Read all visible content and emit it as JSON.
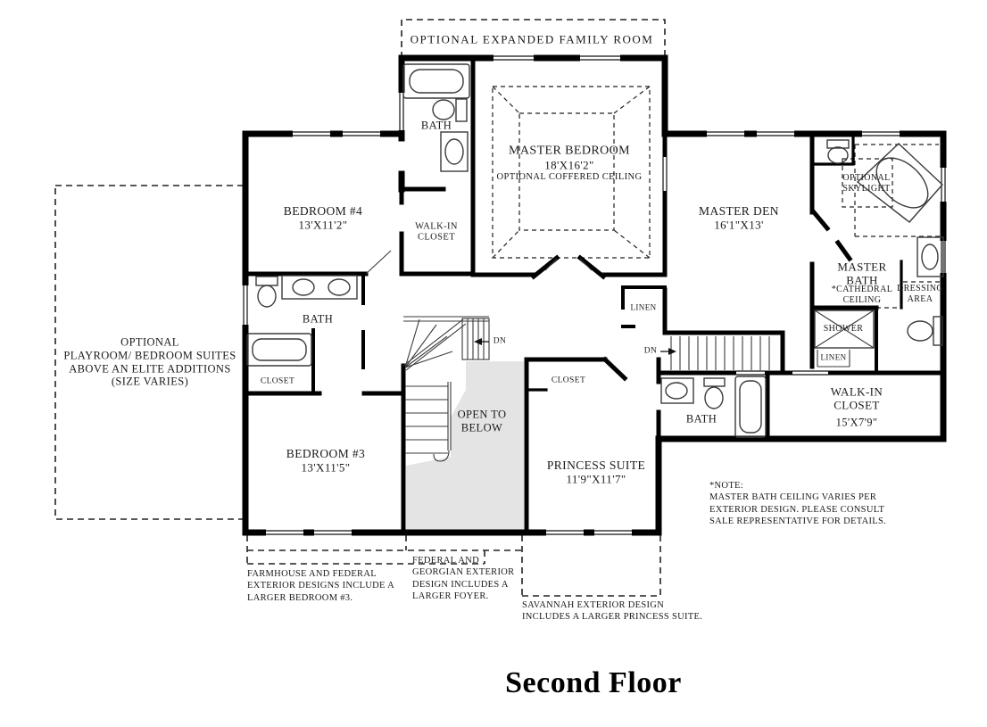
{
  "title": "Second Floor",
  "colors": {
    "wall": "#000000",
    "open_to_below_fill": "#e4e4e4",
    "dashed_line": "#222222",
    "background": "#ffffff"
  },
  "optional_areas": {
    "expanded_family_room": "OPTIONAL EXPANDED FAMILY ROOM",
    "playroom": "OPTIONAL\nPLAYROOM/ BEDROOM SUITES\nABOVE AN ELITE ADDITIONS\n(SIZE VARIES)",
    "skylight": "OPTIONAL\nSKYLIGHT"
  },
  "rooms": {
    "master_bedroom": {
      "name": "MASTER BEDROOM",
      "dims": "18'X16'2\"",
      "note": "OPTIONAL COFFERED CEILING"
    },
    "bedroom4": {
      "name": "BEDROOM #4",
      "dims": "13'X11'2\""
    },
    "bedroom3": {
      "name": "BEDROOM #3",
      "dims": "13'X11'5\""
    },
    "master_den": {
      "name": "MASTER DEN",
      "dims": "16'1\"X13'"
    },
    "princess_suite": {
      "name": "PRINCESS SUITE",
      "dims": "11'9\"X11'7\""
    },
    "master_walk_in_closet": {
      "name": "WALK-IN\nCLOSET",
      "dims": "15'X7'9\""
    },
    "walk_in_closet_top": {
      "name": "WALK-IN\nCLOSET"
    },
    "master_bath": {
      "name": "MASTER\nBATH",
      "note": "*CATHEDRAL\nCEILING"
    },
    "dressing_area": {
      "name": "DRESSING\nAREA"
    },
    "bath_top": {
      "name": "BATH"
    },
    "bath_left": {
      "name": "BATH"
    },
    "bath_princess": {
      "name": "BATH"
    },
    "shower": {
      "name": "SHOWER"
    },
    "linen_master": {
      "name": "LINEN"
    },
    "linen_hall": {
      "name": "LINEN"
    },
    "closet_left": {
      "name": "CLOSET"
    },
    "closet_princess": {
      "name": "CLOSET"
    },
    "open_to_below": {
      "name": "OPEN TO\nBELOW"
    }
  },
  "stairs": {
    "down_main": "DN",
    "down_back": "DN"
  },
  "notes": {
    "master_bath_note": "*NOTE:\nMASTER BATH CEILING VARIES PER\nEXTERIOR DESIGN. PLEASE CONSULT\nSALE REPRESENTATIVE FOR DETAILS.",
    "farmhouse_note": "FARMHOUSE AND FEDERAL\nEXTERIOR DESIGNS INCLUDE A\nLARGER BEDROOM #3.",
    "federal_note": "FEDERAL AND\nGEORGIAN EXTERIOR\nDESIGN INCLUDES A\nLARGER FOYER.",
    "savannah_note": "SAVANNAH EXTERIOR DESIGN\nINCLUDES A LARGER PRINCESS SUITE."
  }
}
